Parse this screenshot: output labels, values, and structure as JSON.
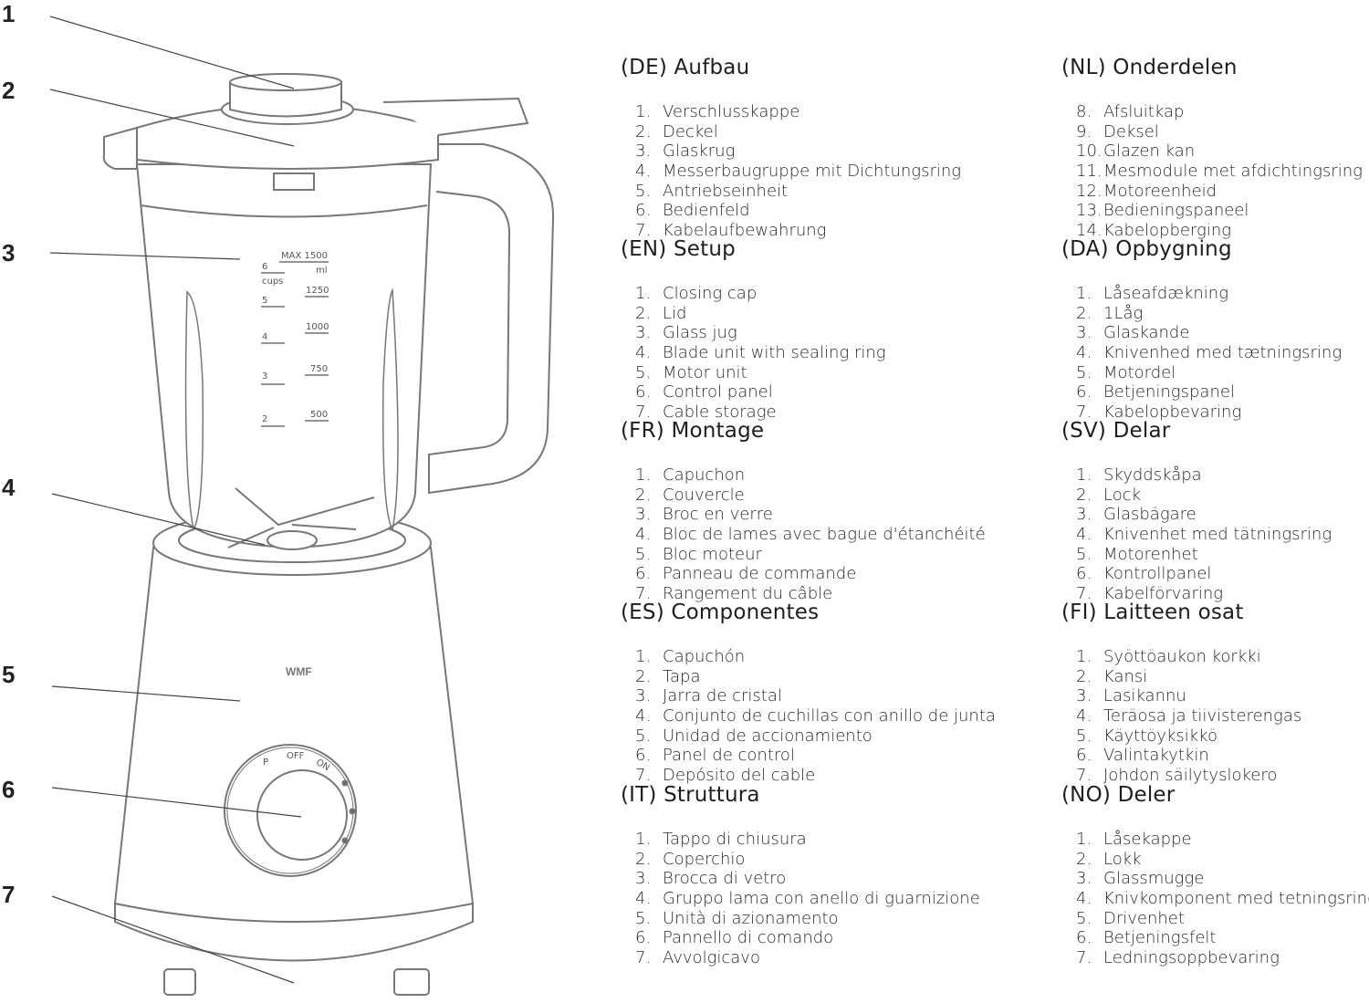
{
  "callouts": [
    "1",
    "2",
    "3",
    "4",
    "5",
    "6",
    "7"
  ],
  "drawing": {
    "brand_logo": "WMF",
    "jug_markings": {
      "max": "MAX 1500",
      "unit": "ml",
      "cups_label": "cups",
      "ml": [
        "1250",
        "1000",
        "750",
        "500"
      ],
      "cups": [
        "6",
        "5",
        "4",
        "3",
        "2"
      ]
    },
    "dial": {
      "p": "P",
      "off": "OFF",
      "on": "ON"
    }
  },
  "sections": [
    {
      "heading": "(DE) Aufbau",
      "items": [
        [
          "1.",
          "Verschlusskappe"
        ],
        [
          "2.",
          "Deckel"
        ],
        [
          "3.",
          "Glaskrug"
        ],
        [
          "4.",
          "Messerbaugruppe mit Dichtungsring"
        ],
        [
          "5.",
          "Antriebseinheit"
        ],
        [
          "6.",
          "Bedienfeld"
        ],
        [
          "7.",
          "Kabelaufbewahrung"
        ]
      ]
    },
    {
      "heading": "(EN) Setup",
      "items": [
        [
          "1.",
          "Closing cap"
        ],
        [
          "2.",
          "Lid"
        ],
        [
          "3.",
          "Glass jug"
        ],
        [
          "4.",
          "Blade unit with sealing ring"
        ],
        [
          "5.",
          "Motor unit"
        ],
        [
          "6.",
          "Control panel"
        ],
        [
          "7.",
          "Cable storage"
        ]
      ]
    },
    {
      "heading": "(FR) Montage",
      "items": [
        [
          "1.",
          "Capuchon"
        ],
        [
          "2.",
          "Couvercle"
        ],
        [
          "3.",
          "Broc en verre"
        ],
        [
          "4.",
          "Bloc de lames avec bague d'étanchéité"
        ],
        [
          "5.",
          "Bloc moteur"
        ],
        [
          "6.",
          "Panneau de commande"
        ],
        [
          "7.",
          "Rangement du câble"
        ]
      ]
    },
    {
      "heading": "(ES) Componentes",
      "items": [
        [
          "1.",
          "Capuchón"
        ],
        [
          "2.",
          "Tapa"
        ],
        [
          "3.",
          "Jarra de cristal"
        ],
        [
          "4.",
          "Conjunto de cuchillas con anillo de junta"
        ],
        [
          "5.",
          "Unidad de accionamiento"
        ],
        [
          "6.",
          "Panel de control"
        ],
        [
          "7.",
          "Depósito del cable"
        ]
      ]
    },
    {
      "heading": "(IT) Struttura",
      "items": [
        [
          "1.",
          "Tappo di chiusura"
        ],
        [
          "2.",
          "Coperchio"
        ],
        [
          "3.",
          "Brocca di vetro"
        ],
        [
          "4.",
          "Gruppo lama con anello di guarnizione"
        ],
        [
          "5.",
          "Unità di azionamento"
        ],
        [
          "6.",
          "Pannello di comando"
        ],
        [
          "7.",
          "Avvolgicavo"
        ]
      ]
    },
    {
      "heading": "(NL) Onderdelen",
      "items": [
        [
          "8.",
          "Afsluitkap"
        ],
        [
          "9.",
          "Deksel"
        ],
        [
          "10.",
          "Glazen kan"
        ],
        [
          "11.",
          "Mesmodule met afdichtingsring"
        ],
        [
          "12.",
          "Motoreenheid"
        ],
        [
          "13.",
          "Bedieningspaneel"
        ],
        [
          "14.",
          "Kabelopberging"
        ]
      ]
    },
    {
      "heading": "(DA) Opbygning",
      "items": [
        [
          "1.",
          "Låseafdækning"
        ],
        [
          "2.",
          "1Låg"
        ],
        [
          "3.",
          "Glaskande"
        ],
        [
          "4.",
          "Knivenhed med tætningsring"
        ],
        [
          "5.",
          "Motordel"
        ],
        [
          "6.",
          "Betjeningspanel"
        ],
        [
          "7.",
          "Kabelopbevaring"
        ]
      ]
    },
    {
      "heading": "(SV) Delar",
      "items": [
        [
          "1.",
          "Skyddskåpa"
        ],
        [
          "2.",
          "Lock"
        ],
        [
          "3.",
          "Glasbägare"
        ],
        [
          "4.",
          "Knivenhet med tätningsring"
        ],
        [
          "5.",
          "Motorenhet"
        ],
        [
          "6.",
          "Kontrollpanel"
        ],
        [
          "7.",
          "Kabelförvaring"
        ]
      ]
    },
    {
      "heading": "(FI) Laitteen osat",
      "items": [
        [
          "1.",
          "Syöttöaukon korkki"
        ],
        [
          "2.",
          "Kansi"
        ],
        [
          "3.",
          "Lasikannu"
        ],
        [
          "4.",
          "Teräosa ja tiivisterengas"
        ],
        [
          "5.",
          "Käyttöyksikkö"
        ],
        [
          "6.",
          "Valintakytkin"
        ],
        [
          "7.",
          "Johdon säilytyslokero"
        ]
      ]
    },
    {
      "heading": "(NO) Deler",
      "items": [
        [
          "1.",
          "Låsekappe"
        ],
        [
          "2.",
          "Lokk"
        ],
        [
          "3.",
          "Glassmugge"
        ],
        [
          "4.",
          "Knivkomponent med tetningsring"
        ],
        [
          "5.",
          "Drivenhet"
        ],
        [
          "6.",
          "Betjeningsfelt"
        ],
        [
          "7.",
          "Ledningsoppbevaring"
        ]
      ]
    }
  ]
}
